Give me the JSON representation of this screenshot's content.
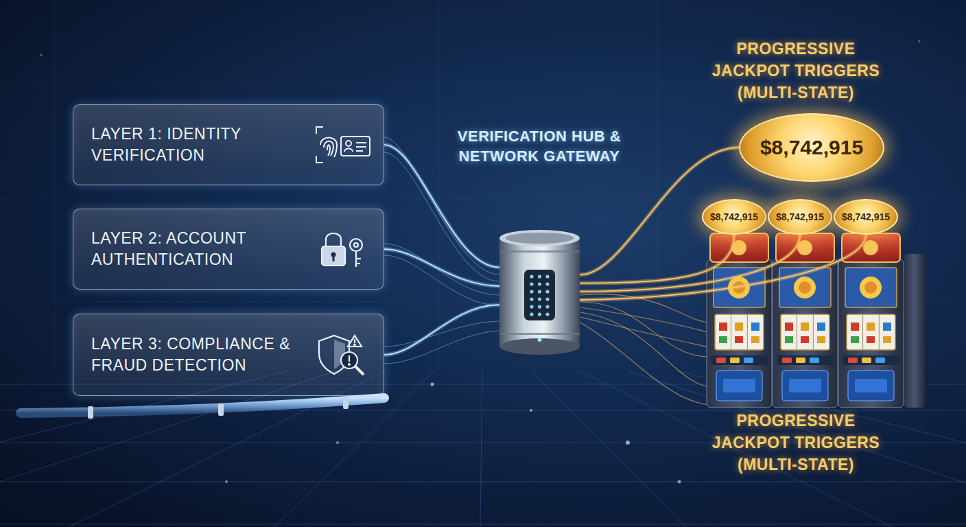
{
  "diagram": {
    "nodes": [
      {
        "text": [
          "LAYER 1: IDENTITY VERIFICATION"
        ]
      },
      {
        "text": [
          "LAYER 2: ACCOUNT AUTHENTICATION"
        ]
      },
      {
        "text": [
          "LAYER 3: COMPLIANCE & FRAUD DETECTION"
        ]
      },
      {
        "text": [
          "VERIFICATION HUB & NETWORK GATEWAY"
        ]
      },
      {
        "text": [
          "$8,742,915"
        ]
      },
      {
        "text": [
          "$8,742,915"
        ]
      },
      {
        "text": [
          "$8,742,915"
        ]
      },
      {
        "text": [
          "$8,742,915"
        ]
      }
    ],
    "edges": [
      {
        "from": 0,
        "to": 3,
        "arrow": "none"
      },
      {
        "from": 1,
        "to": 3,
        "arrow": "none"
      },
      {
        "from": 2,
        "to": 3,
        "arrow": "none"
      },
      {
        "from": 3,
        "to": 4,
        "arrow": "none"
      },
      {
        "from": 3,
        "to": 5,
        "arrow": "none"
      },
      {
        "from": 3,
        "to": 6,
        "arrow": "none"
      },
      {
        "from": 3,
        "to": 7,
        "arrow": "none"
      }
    ],
    "labels": [
      "PROGRESSIVE JACKPOT TRIGGERS (MULTI-STATE)",
      "PROGRESSIVE JACKPOT TRIGGERS (MULTI-STATE)"
    ]
  }
}
